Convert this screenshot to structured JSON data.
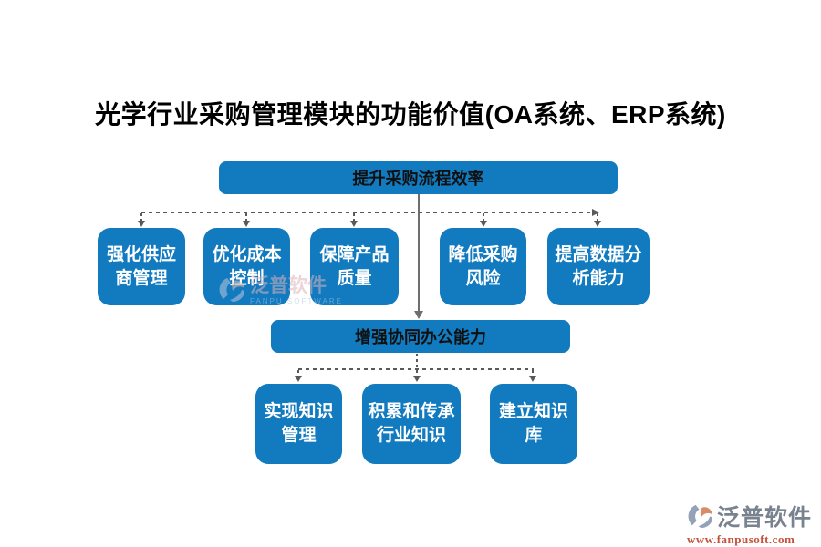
{
  "title": "光学行业采购管理模块的功能价值(OA系统、ERP系统)",
  "colors": {
    "box_blue": "#127ABF",
    "box_text_dark": "#101010",
    "box_text_light": "#ffffff",
    "line_gray": "#6e6e6e",
    "dash_gray": "#595959",
    "logo_gray": "#79828F",
    "logo_url_red": "#C4513C",
    "logo_icon_gray": "#93A2B6",
    "logo_icon_orange": "#D78E68"
  },
  "diagram": {
    "root": {
      "label": "提升采购流程效率"
    },
    "level1": [
      {
        "label": "强化供应商管理",
        "lines": [
          "强化供应",
          "商管理"
        ]
      },
      {
        "label": "优化成本控制",
        "lines": [
          "优化成本",
          "控制"
        ]
      },
      {
        "label": "保障产品质量",
        "lines": [
          "保障产品",
          "质量"
        ]
      },
      {
        "label": "降低采购风险",
        "lines": [
          "降低采购",
          "风险"
        ]
      },
      {
        "label": "提高数据分析能力",
        "lines": [
          "提高数据分",
          "析能力"
        ]
      }
    ],
    "mid": {
      "label": "增强协同办公能力"
    },
    "level2": [
      {
        "label": "实现知识管理",
        "lines": [
          "实现知识",
          "管理"
        ]
      },
      {
        "label": "积累和传承行业知识",
        "lines": [
          "积累和传承",
          "行业知识"
        ]
      },
      {
        "label": "建立知识库",
        "lines": [
          "建立知识",
          "库"
        ]
      }
    ]
  },
  "watermark": {
    "name": "泛普软件",
    "sub": "FANPU SOFTWARE"
  },
  "logo": {
    "name": "泛普软件",
    "url": "www.fanpusoft.com"
  }
}
